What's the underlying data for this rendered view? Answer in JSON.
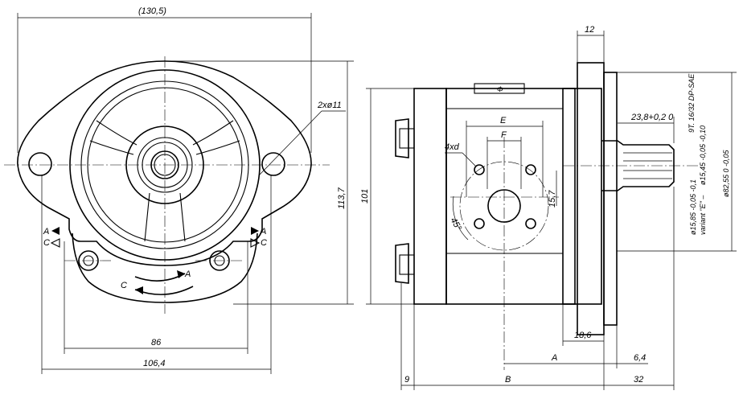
{
  "dimensions": {
    "overall_width": "(130,5)",
    "port_flange": "2xø11",
    "height_overall": "113,7",
    "body_height": "101",
    "bolt_spacing": "86",
    "mount_width": "106,4",
    "flange_thickness": "12",
    "shaft_length": "23,8+0,2 0",
    "spline_spec": "9T. 16/32 DP-SAE",
    "variant_e_dia": "ø15,45 -0,05 -0,10",
    "variant_e_label": "variant \"E\" –",
    "shaft_dia": "ø15,85 -0,05 -0,1",
    "pilot_dia": "ø82,55 0 -0,05",
    "port_e": "E",
    "port_f": "F",
    "port_holes": "4xd",
    "port_height": "15,7",
    "port_angle": "45°",
    "flange_to_port": "18,6",
    "dim_a": "A",
    "dim_64": "6,4",
    "dim_b": "B",
    "dim_9": "9",
    "dim_32": "32"
  },
  "rotation": {
    "a_label": "A",
    "c_label": "C"
  },
  "icons": {
    "arrow_filled": "triangle-filled-icon",
    "arrow_open": "triangle-open-icon",
    "arrow_nameplate": "phi-symbol"
  }
}
